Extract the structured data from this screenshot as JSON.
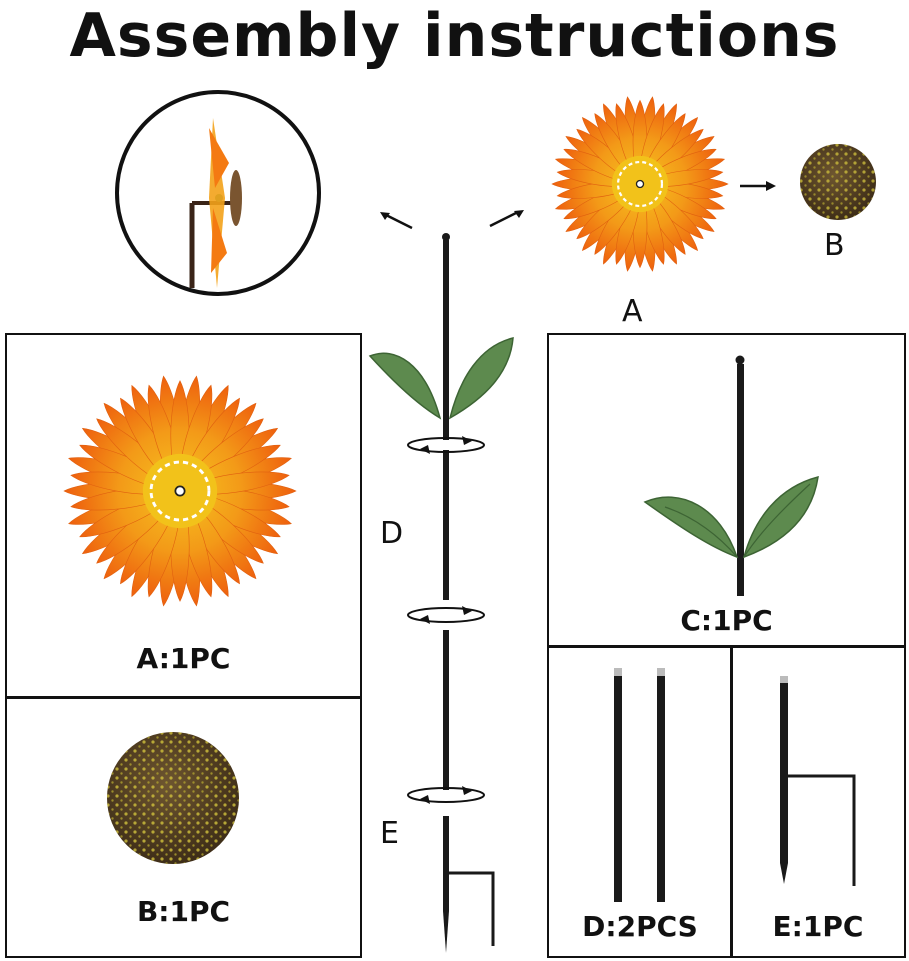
{
  "title": "Assembly instructions",
  "diagram": {
    "letters": {
      "a": "A",
      "b": "B",
      "d": "D",
      "e": "E"
    }
  },
  "parts": {
    "a": "A:1PC",
    "b": "B:1PC",
    "c": "C:1PC",
    "d": "D:2PCS",
    "e": "E:1PC"
  },
  "colors": {
    "petal_outer": "#f06a10",
    "petal_inner": "#f5b820",
    "center": "#f2c21a",
    "leaf": "#5d8a4e",
    "stake": "#1a1a1a",
    "dome": "#5a4427",
    "dome_spots": "#c8b83a"
  }
}
